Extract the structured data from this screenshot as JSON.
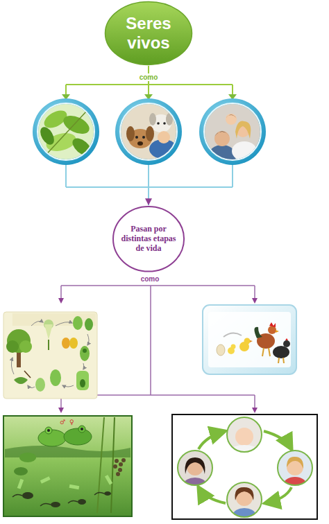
{
  "diagram": {
    "nodes": [
      {
        "text": [
          "Seres vivos"
        ]
      },
      {
        "text": [
          "Pasan por distintas etapas de vida"
        ]
      }
    ],
    "edges": [
      {
        "from": 0,
        "to": 1,
        "arrow": "to",
        "label": "como"
      }
    ],
    "labels": [
      "como"
    ]
  }
}
